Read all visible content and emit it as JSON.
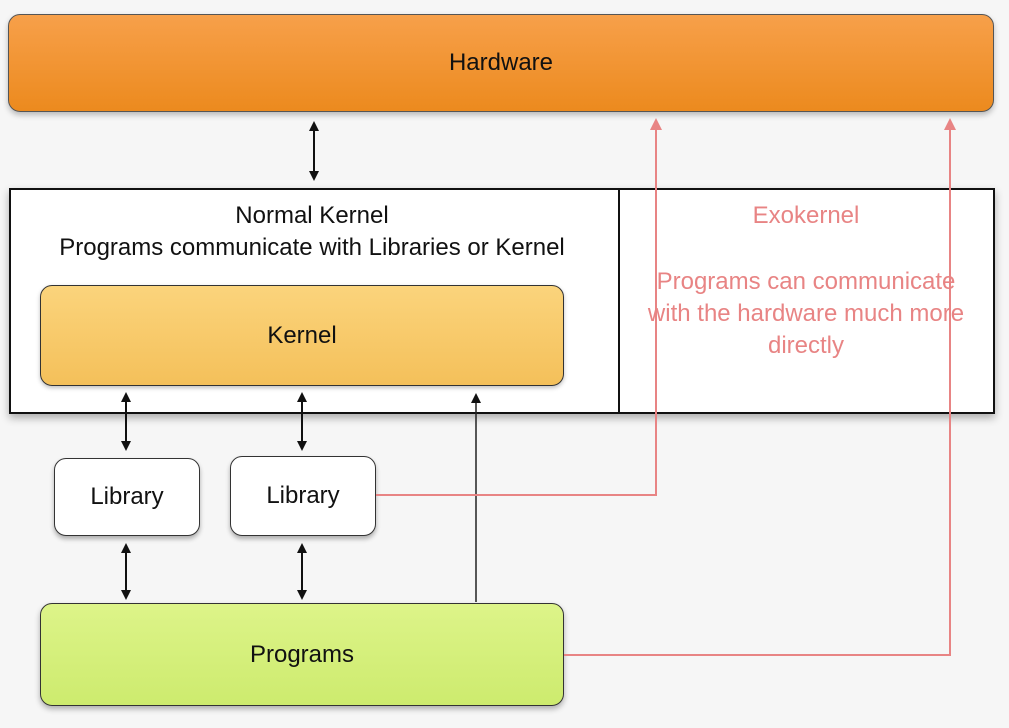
{
  "hardware": {
    "label": "Hardware"
  },
  "normal_kernel": {
    "title": "Normal Kernel",
    "subtitle": "Programs communicate with Libraries or Kernel"
  },
  "exokernel": {
    "title": "Exokernel",
    "description": "Programs can communicate with the hardware much more directly"
  },
  "kernel": {
    "label": "Kernel"
  },
  "libraries": [
    {
      "label": "Library"
    },
    {
      "label": "Library"
    }
  ],
  "programs": {
    "label": "Programs"
  },
  "colors": {
    "hardware": "#ef8f25",
    "kernel": "#f7c869",
    "programs": "#d4ef7a",
    "exokernel_text": "#e88484",
    "exokernel_line": "#e88484",
    "normal_arrow": "#111111"
  }
}
